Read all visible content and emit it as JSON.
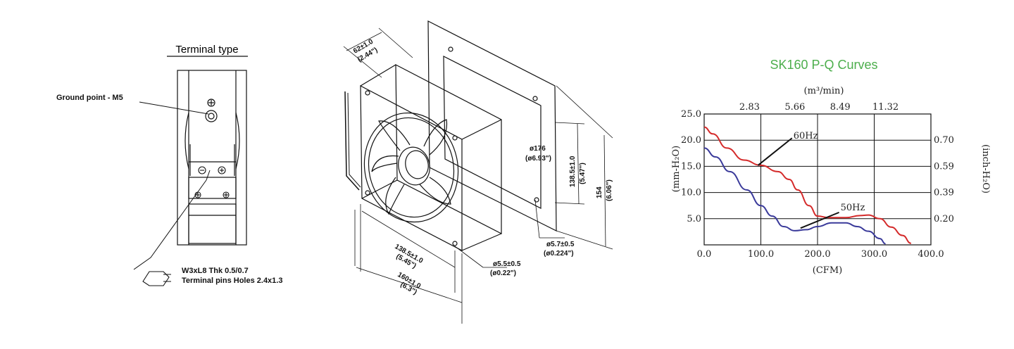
{
  "terminal": {
    "title": "Terminal type",
    "ground_label": "Ground point - M5",
    "pin_spec_line1": "W3xL8  Thk 0.5/0.7",
    "pin_spec_line2": "Terminal pins Holes 2.4x1.3"
  },
  "drawing": {
    "depth": "62±1.0",
    "depth_in": "(2.44\")",
    "diameter": "ø176",
    "diameter_in": "(ø6.93\")",
    "hole_spacing_v": "138.5±1.0",
    "hole_spacing_v_in": "(5.47\")",
    "height": "154",
    "height_in": "(6.06\")",
    "mount_hole": "ø5.7±0.5",
    "mount_hole_in": "(ø0.224\")",
    "hole_spacing_h": "138.5±1.0",
    "hole_spacing_h_in": "(5.45\")",
    "width": "160±1.0",
    "width_in": "(6.3\")",
    "fan_hole": "ø5.5±0.5",
    "fan_hole_in": "(ø0.22\")"
  },
  "chart_data": {
    "type": "line",
    "title": "SK160 P-Q Curves",
    "title_color": "#4cae4c",
    "xlabel": "(CFM)",
    "x_ticks": [
      "0.0",
      "100.0",
      "200.0",
      "300.0",
      "400.0"
    ],
    "xlim": [
      0,
      400
    ],
    "x2label": "(m³/min)",
    "x2_ticks": [
      "2.83",
      "5.66",
      "8.49",
      "11.32"
    ],
    "ylabel": "(mm-H₂O)",
    "y_ticks": [
      "5.0",
      "10.0",
      "15.0",
      "20.0",
      "25.0"
    ],
    "ylim": [
      0,
      25
    ],
    "y2label": "(inch-H₂O)",
    "y2_ticks": [
      "0.20",
      "0.39",
      "0.59",
      "0.70"
    ],
    "grid": true,
    "series": [
      {
        "name": "60Hz",
        "color": "#d42a2a",
        "x": [
          0,
          15,
          40,
          70,
          100,
          130,
          150,
          165,
          185,
          200,
          220,
          250,
          275,
          290,
          310,
          330,
          350,
          365
        ],
        "y": [
          22.5,
          21.2,
          18.5,
          16.2,
          15.2,
          14.0,
          12.5,
          10.5,
          7.5,
          5.5,
          5.2,
          5.2,
          5.6,
          5.7,
          5.0,
          3.4,
          1.8,
          0.3
        ]
      },
      {
        "name": "50Hz",
        "color": "#3a3a9a",
        "x": [
          0,
          20,
          45,
          75,
          100,
          120,
          140,
          160,
          180,
          200,
          225,
          250,
          270,
          290,
          310,
          320
        ],
        "y": [
          18.5,
          16.8,
          14.0,
          10.5,
          7.5,
          5.5,
          3.5,
          2.7,
          2.9,
          3.5,
          4.2,
          4.2,
          3.5,
          2.6,
          1.2,
          0.2
        ]
      }
    ],
    "annotations": [
      {
        "label": "60Hz"
      },
      {
        "label": "50Hz"
      }
    ]
  }
}
